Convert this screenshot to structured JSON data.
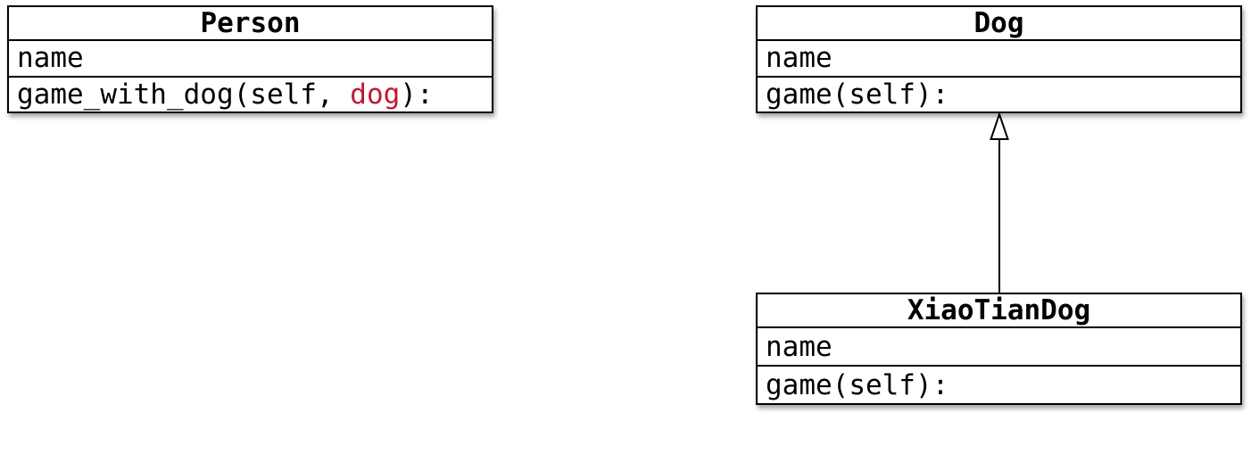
{
  "diagram": {
    "type": "uml-class-diagram",
    "background_color": "#ffffff",
    "border_color": "#000000",
    "param_highlight_color": "#be1931",
    "classes": [
      {
        "title": "Person",
        "attributes": [
          "name"
        ],
        "method_parts": [
          {
            "text": "game_with_dog(self, "
          },
          {
            "text": "dog"
          },
          {
            "text": "):"
          }
        ]
      },
      {
        "title": "Dog",
        "attributes": [
          "name"
        ],
        "method_parts": [
          {
            "text": "game(self):"
          }
        ]
      },
      {
        "title": "XiaoTianDog",
        "attributes": [
          "name"
        ],
        "method_parts": [
          {
            "text": "game(self):"
          }
        ]
      }
    ],
    "relations": [
      {
        "type": "inheritance",
        "from": "XiaoTianDog",
        "to": "Dog"
      }
    ]
  }
}
